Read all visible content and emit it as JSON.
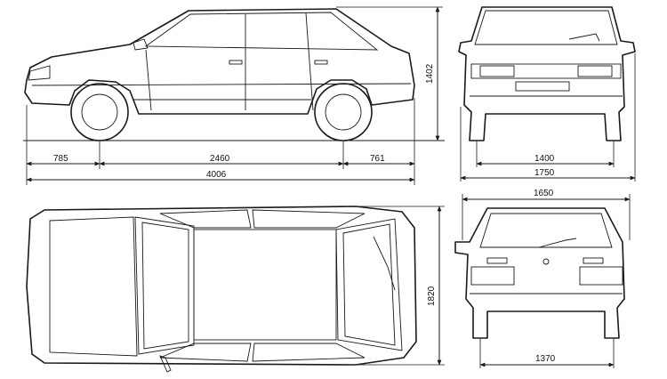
{
  "dimensions": {
    "front_overhang": "785",
    "wheelbase": "2460",
    "rear_overhang": "761",
    "overall_length": "4006",
    "overall_height": "1402",
    "front_track": "1400",
    "overall_width_front": "1750",
    "rear_top_width": "1650",
    "rear_track": "1370",
    "body_width": "1820"
  }
}
